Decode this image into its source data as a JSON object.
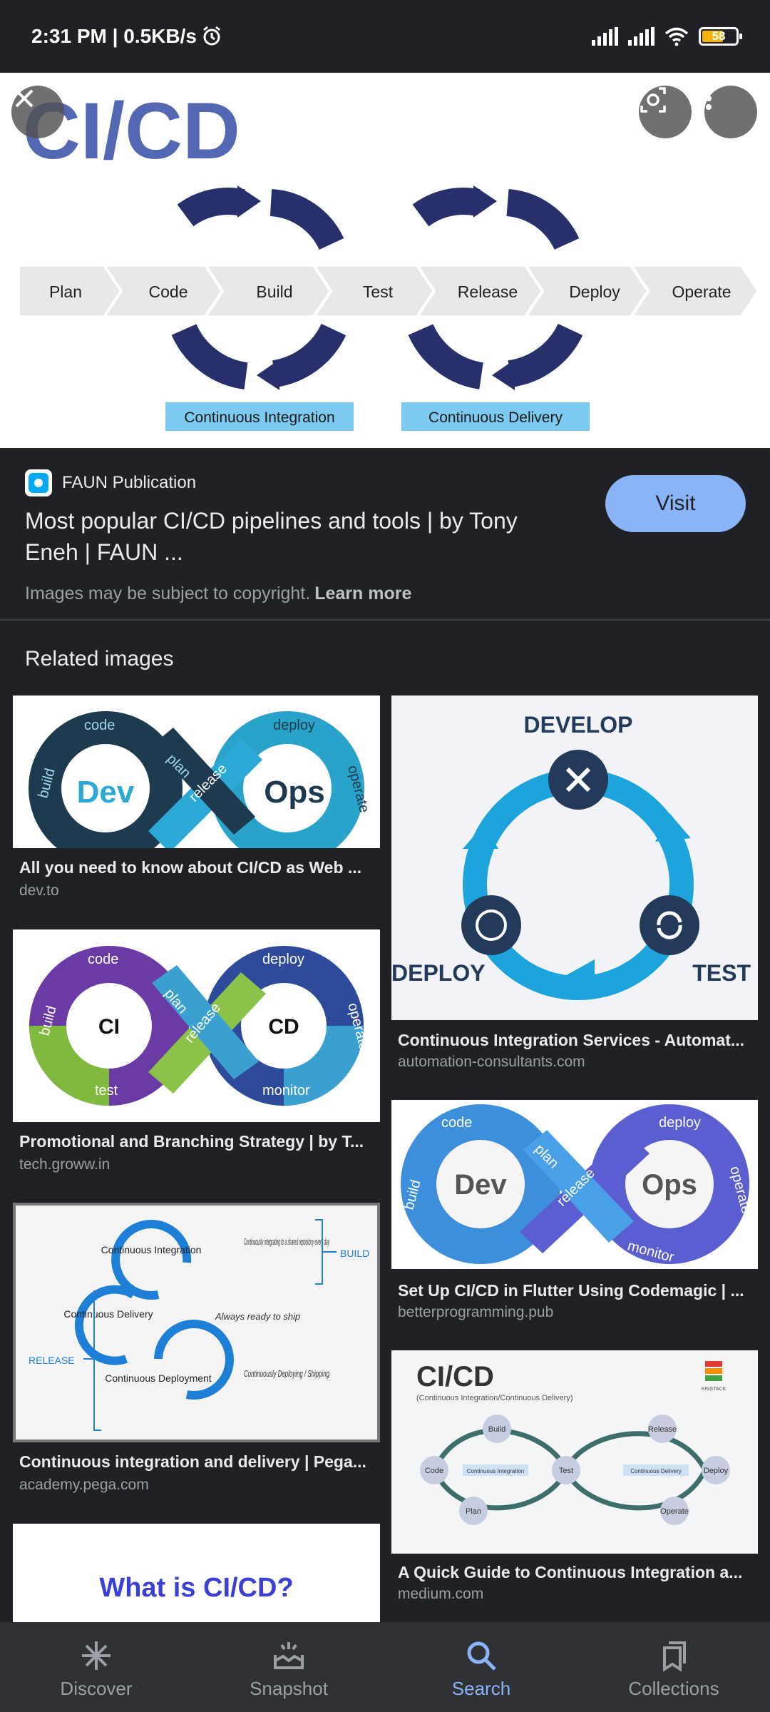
{
  "status_bar": {
    "time": "2:31 PM | 0.5KB/s",
    "battery": "58",
    "icons": [
      "alarm-icon",
      "signal-icon",
      "signal-icon",
      "wifi-icon",
      "battery-icon"
    ]
  },
  "hero": {
    "close_icon": "close-icon",
    "lens_icon": "lens-icon",
    "more_icon": "more-vert-icon",
    "image_title": "CI/CD",
    "stages": [
      "Plan",
      "Code",
      "Build",
      "Test",
      "Release",
      "Deploy",
      "Operate"
    ],
    "label_ci": "Continuous Integration",
    "label_cd": "Continuous Delivery"
  },
  "info": {
    "source_name": "FAUN Publication",
    "title": "Most popular CI/CD pipelines and tools | by Tony Eneh | FAUN ...",
    "visit_label": "Visit",
    "copyright_text": "Images may be subject to copyright.",
    "learn_more": "Learn more"
  },
  "related": {
    "heading": "Related images",
    "left": [
      {
        "title": "All you need to know about CI/CD as Web ...",
        "domain": "dev.to"
      },
      {
        "title": "Promotional and Branching Strategy | by T...",
        "domain": "tech.groww.in",
        "thumb": {
          "left": "CI",
          "right": "CD",
          "words": [
            "code",
            "build",
            "test",
            "plan",
            "release",
            "deploy",
            "operate",
            "monitor"
          ]
        }
      },
      {
        "title": "Continuous integration and delivery | Pega...",
        "domain": "academy.pega.com",
        "thumb": {
          "ci": "Continuous Integration",
          "cdl": "Continuous Delivery",
          "cdp": "Continuous Deployment",
          "n1": "Continuously integrating to a shared repository every day",
          "n2": "Always ready to ship",
          "n3": "Continuously Deploying / Shipping",
          "build": "BUILD",
          "release": "RELEASE"
        }
      },
      {
        "thumb": {
          "text": "What is CI/CD?"
        }
      }
    ],
    "right": [
      {
        "title": "Continuous Integration Services - Automat...",
        "domain": "automation-consultants.com",
        "thumb": {
          "top": "DEVELOP",
          "left": "DEPLOY",
          "right": "TEST"
        }
      },
      {
        "title": "Set Up CI/CD in Flutter Using Codemagic | ...",
        "domain": "betterprogramming.pub",
        "thumb": {
          "left": "Dev",
          "right": "Ops"
        }
      },
      {
        "title": "A Quick Guide to Continuous Integration a...",
        "domain": "medium.com",
        "thumb": {
          "heading": "CI/CD",
          "sub": "(Continuous Integration/Continuous Delivery)",
          "nodes": [
            "Code",
            "Build",
            "Plan",
            "Test",
            "Release",
            "Deploy",
            "Operate"
          ],
          "ci": "Continuous Integration",
          "cd": "Continuous Delivery",
          "brand": "KINSTACK"
        }
      }
    ]
  },
  "devops_thumb": {
    "left": "Dev",
    "right": "Ops",
    "words": [
      "code",
      "build",
      "plan",
      "release",
      "deploy",
      "operate",
      "monitor"
    ]
  },
  "bottom_nav": [
    {
      "label": "Discover",
      "icon": "discover-icon"
    },
    {
      "label": "Snapshot",
      "icon": "snapshot-icon"
    },
    {
      "label": "Search",
      "icon": "search-icon"
    },
    {
      "label": "Collections",
      "icon": "collections-icon"
    }
  ],
  "colors": {
    "accent": "#8ab4f8",
    "background": "#202124",
    "nav": "#303134",
    "navy": "#27306b",
    "ci_label": "#7dcaf0"
  }
}
